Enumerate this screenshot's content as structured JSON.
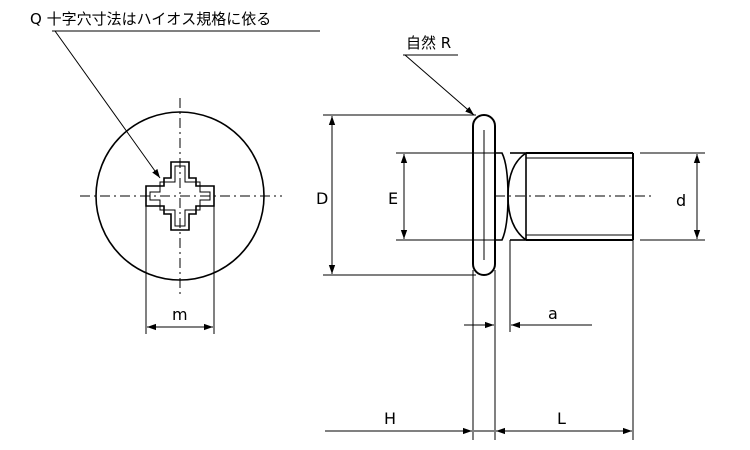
{
  "note": "Q 十字穴寸法はハイオス規格に依る",
  "radius_callout": "自然 R",
  "labels": {
    "D": "D",
    "E": "E",
    "d": "d",
    "m": "m",
    "a": "a",
    "H": "H",
    "L": "L"
  }
}
